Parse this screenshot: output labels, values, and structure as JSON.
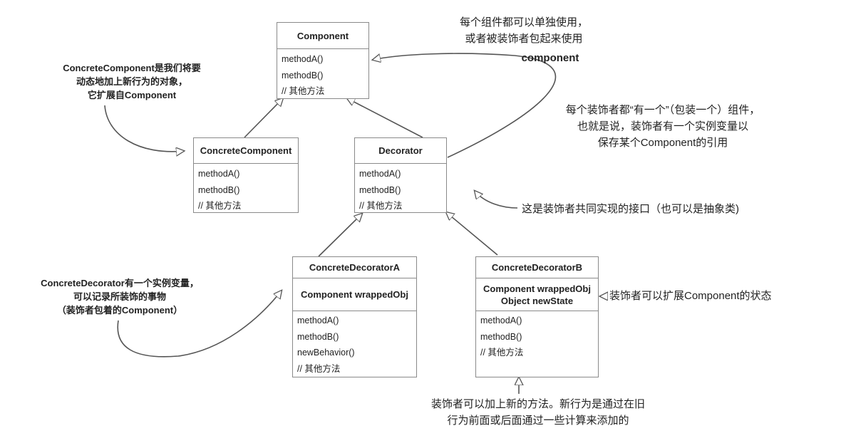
{
  "classes": {
    "component": {
      "name": "Component",
      "methods": [
        "methodA()",
        "methodB()",
        "// 其他方法"
      ]
    },
    "concrete_component": {
      "name": "ConcreteComponent",
      "methods": [
        "methodA()",
        "methodB()",
        "// 其他方法"
      ]
    },
    "decorator": {
      "name": "Decorator",
      "methods": [
        "methodA()",
        "methodB()",
        "// 其他方法"
      ]
    },
    "concrete_decorator_a": {
      "name": "ConcreteDecoratorA",
      "fields": [
        "Component wrappedObj"
      ],
      "methods": [
        "methodA()",
        "methodB()",
        "newBehavior()",
        "// 其他方法"
      ]
    },
    "concrete_decorator_b": {
      "name": "ConcreteDecoratorB",
      "fields": [
        "Component wrappedObj",
        "Object newState"
      ],
      "methods": [
        "methodA()",
        "methodB()",
        "// 其他方法"
      ]
    }
  },
  "notes": {
    "top_right": [
      "每个组件都可以单独使用，",
      "或者被装饰者包起来使用"
    ],
    "component_label": "component",
    "concrete_component_note": [
      "ConcreteComponent是我们将要",
      "动态地加上新行为的对象，",
      "它扩展自Component"
    ],
    "decorator_has_a": [
      "每个装饰者都“有一个”（包装一个）组件，",
      "也就是说，装饰者有一个实例变量以",
      "保存某个Component的引用"
    ],
    "interface_note": "这是装饰者共同实现的接口（也可以是抽象类)",
    "concrete_decorator_note": [
      "ConcreteDecorator有一个实例变量，",
      "可以记录所装饰的事物",
      "（装饰者包着的Component）"
    ],
    "extend_state_note": "装饰者可以扩展Component的状态",
    "new_method_note": [
      "装饰者可以加上新的方法。新行为是通过在旧",
      "行为前面或后面通过一些计算来添加的"
    ]
  },
  "colors": {
    "line": "#555555",
    "border": "#8a8a8a"
  }
}
